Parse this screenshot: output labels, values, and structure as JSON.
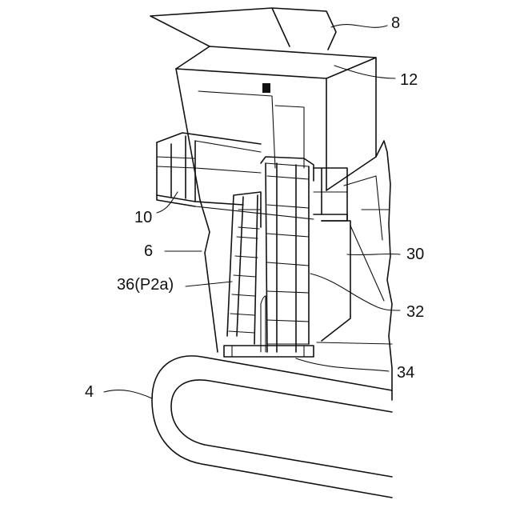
{
  "labels": {
    "ref_8": "8",
    "ref_12": "12",
    "ref_10": "10",
    "ref_6": "6",
    "ref_36": "36(P2a)",
    "ref_30": "30",
    "ref_32": "32",
    "ref_34": "34",
    "ref_4": "4"
  }
}
